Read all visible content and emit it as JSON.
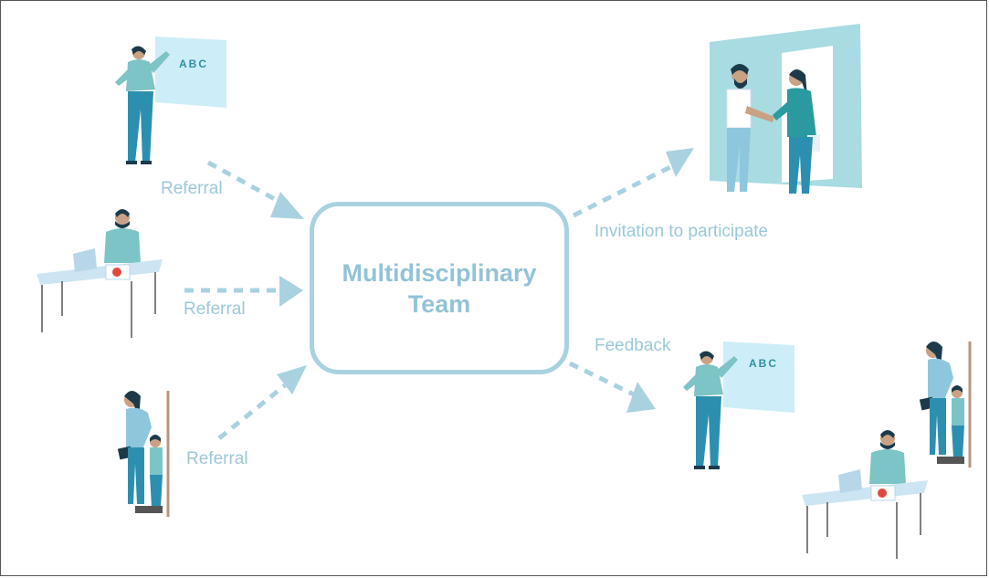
{
  "team": {
    "line1": "Multidisciplinary",
    "line2": "Team"
  },
  "labels": {
    "referral_teacher": "Referral",
    "referral_desk": "Referral",
    "referral_parent": "Referral",
    "invitation": "Invitation to participate",
    "feedback": "Feedback"
  },
  "board_text": {
    "left": "ABC",
    "right": "ABC"
  },
  "colors": {
    "arrow": "#a9d2e0",
    "label": "#9cc8d8",
    "teal_shirt": "#7cc4c6",
    "pants": "#2d8fb0",
    "dark": "#1d3a4a",
    "board": "#cdeef8",
    "door": "#a8dbe2",
    "desk": "#cde5f2",
    "badge": "#e0493e"
  },
  "icons": [
    "teacher-figure",
    "desk-worker-figure",
    "parent-child-figure",
    "handshake-figure"
  ]
}
